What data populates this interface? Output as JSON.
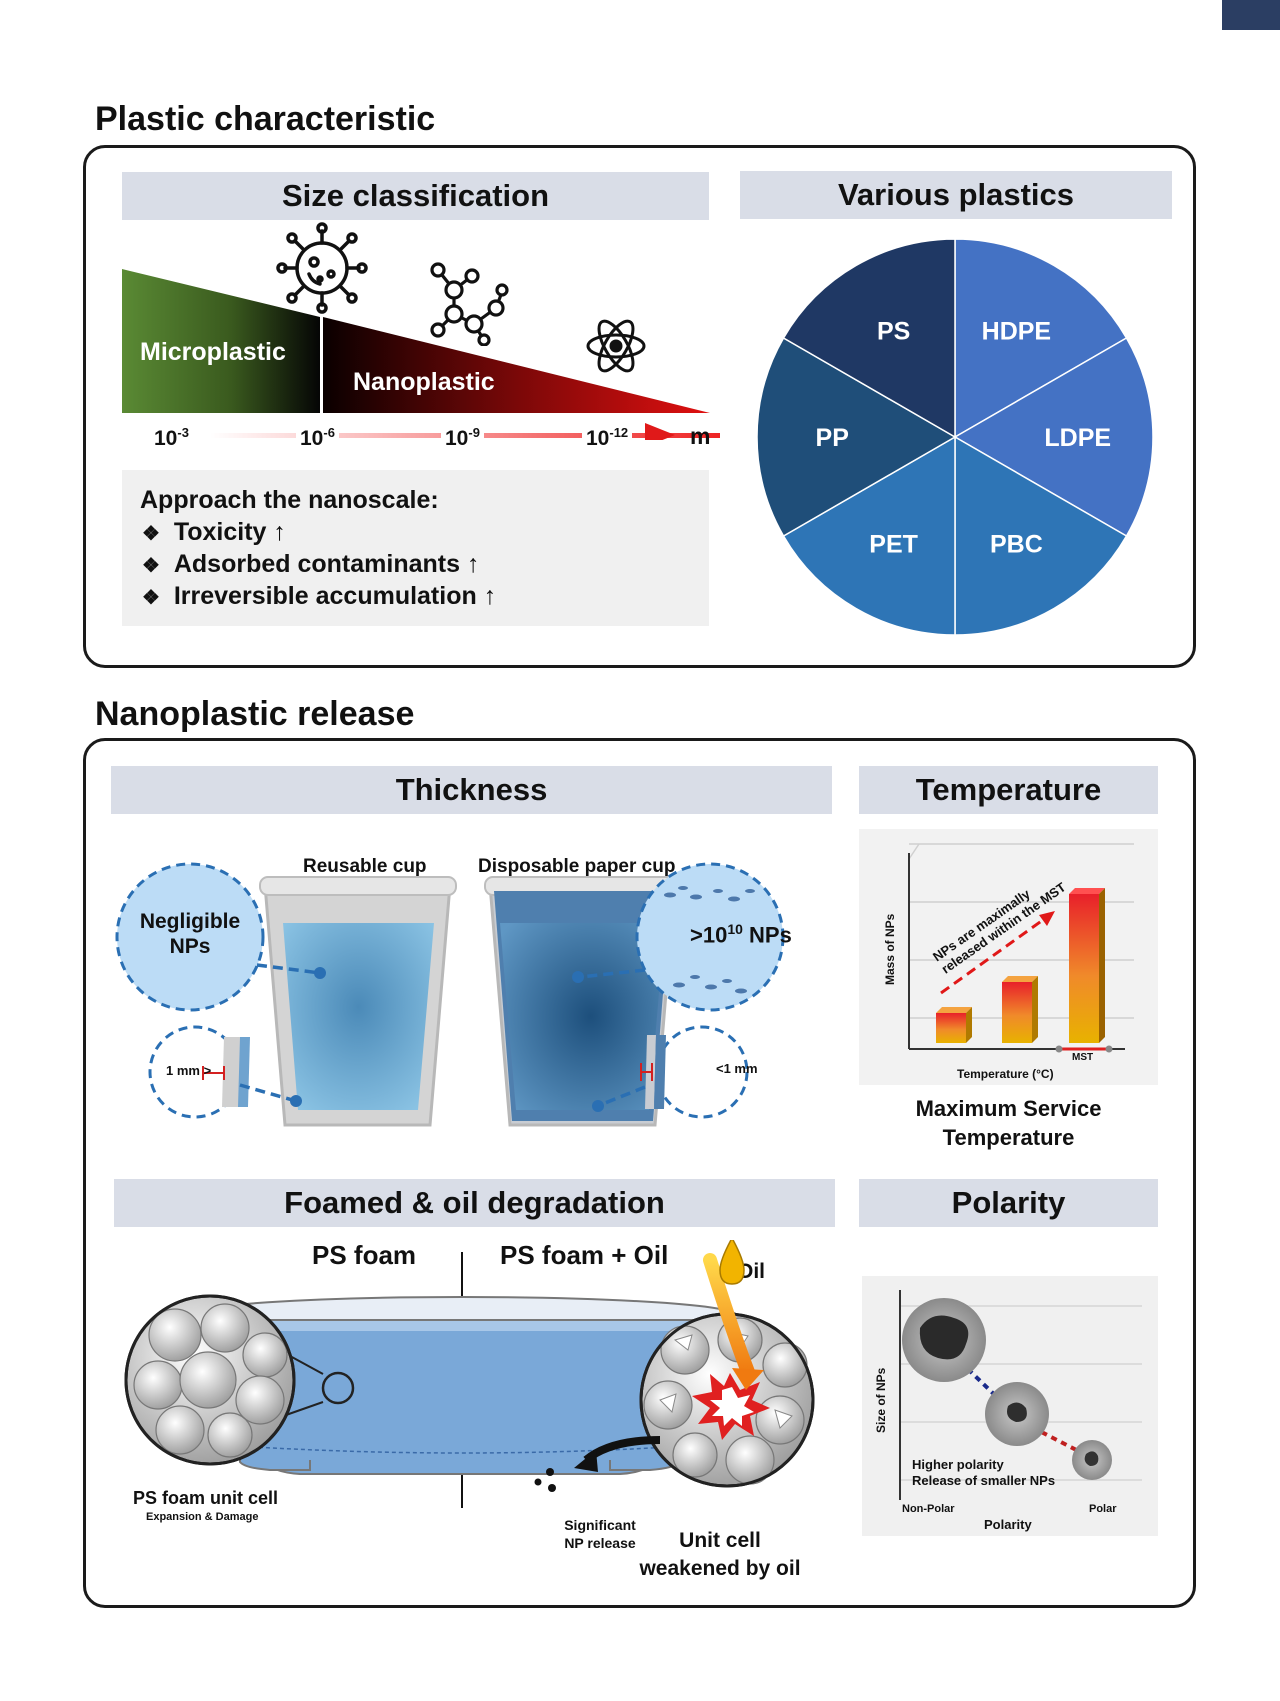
{
  "section1": {
    "title": "Plastic characteristic",
    "size": {
      "header": "Size classification",
      "micro_label": "Microplastic",
      "nano_label": "Nanoplastic",
      "ticks": [
        {
          "base": "10",
          "exp": "-3"
        },
        {
          "base": "10",
          "exp": "-6"
        },
        {
          "base": "10",
          "exp": "-9"
        },
        {
          "base": "10",
          "exp": "-12"
        }
      ],
      "unit": "m",
      "icons": [
        "virus-icon",
        "molecule-icon",
        "atom-icon"
      ],
      "approach_title": "Approach the nanoscale:",
      "approach_items": [
        "Toxicity",
        "Adsorbed contaminants",
        "Irreversible accumulation"
      ],
      "bullet_glyph": "❖",
      "arrow_glyph": "↑"
    },
    "plastics": {
      "header": "Various plastics",
      "slices": [
        {
          "label": "HDPE",
          "color": "#4472c4"
        },
        {
          "label": "LDPE",
          "color": "#4472c4"
        },
        {
          "label": "PBC",
          "color": "#2e75b6"
        },
        {
          "label": "PET",
          "color": "#2e75b6"
        },
        {
          "label": "PP",
          "color": "#1f4e79"
        },
        {
          "label": "PS",
          "color": "#1f3864"
        }
      ]
    }
  },
  "section2": {
    "title": "Nanoplastic release",
    "thickness": {
      "header": "Thickness",
      "reusable_label": "Reusable cup",
      "disposable_label": "Disposable paper cup",
      "negligible": [
        "Negligible",
        "NPs"
      ],
      "nps_base": ">10",
      "nps_exp": "10",
      "nps_suffix": " NPs",
      "thick_label": "1 mm >",
      "thin_label": "<1 mm"
    },
    "temperature": {
      "header": "Temperature",
      "annotation": [
        "NPs are maximally",
        "released within the MST"
      ],
      "ylabel": "Mass of NPs",
      "xlabel": "Temperature (°C)",
      "mst_tick": "MST",
      "caption": [
        "Maximum Service",
        "Temperature"
      ]
    },
    "foamed": {
      "header": "Foamed & oil degradation",
      "left_label": "PS foam",
      "right_label": "PS foam + Oil",
      "oil_label": "Oil",
      "unit_cell_label": "PS foam unit cell",
      "unit_cell_sub": "Expansion & Damage",
      "release_label": [
        "Significant",
        "NP release"
      ],
      "weakened_label": [
        "Unit cell",
        "weakened by oil"
      ]
    },
    "polarity": {
      "header": "Polarity",
      "ylabel": "Size of NPs",
      "xlabel": "Polarity",
      "x_left": "Non-Polar",
      "x_right": "Polar",
      "note": [
        "Higher polarity",
        "Release of smaller NPs"
      ]
    }
  }
}
